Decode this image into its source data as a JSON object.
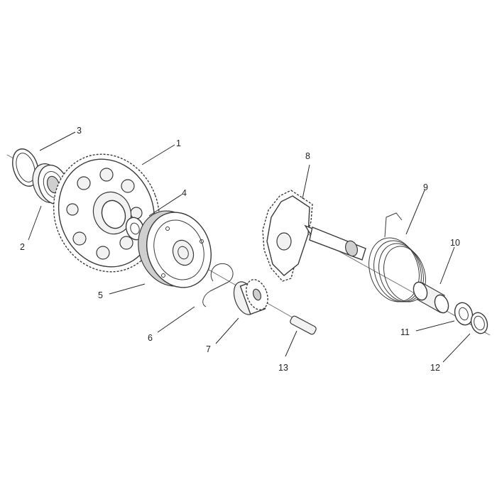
{
  "callouts": [
    {
      "id": "1",
      "label": "1"
    },
    {
      "id": "2",
      "label": "2"
    },
    {
      "id": "3",
      "label": "3"
    },
    {
      "id": "4",
      "label": "4"
    },
    {
      "id": "5",
      "label": "5"
    },
    {
      "id": "6",
      "label": "6"
    },
    {
      "id": "7",
      "label": "7"
    },
    {
      "id": "8",
      "label": "8"
    },
    {
      "id": "9",
      "label": "9"
    },
    {
      "id": "10",
      "label": "10"
    },
    {
      "id": "11",
      "label": "11"
    },
    {
      "id": "12",
      "label": "12"
    },
    {
      "id": "13",
      "label": "13"
    }
  ],
  "colors": {
    "line": "#3a3a3a",
    "background": "#ffffff"
  }
}
